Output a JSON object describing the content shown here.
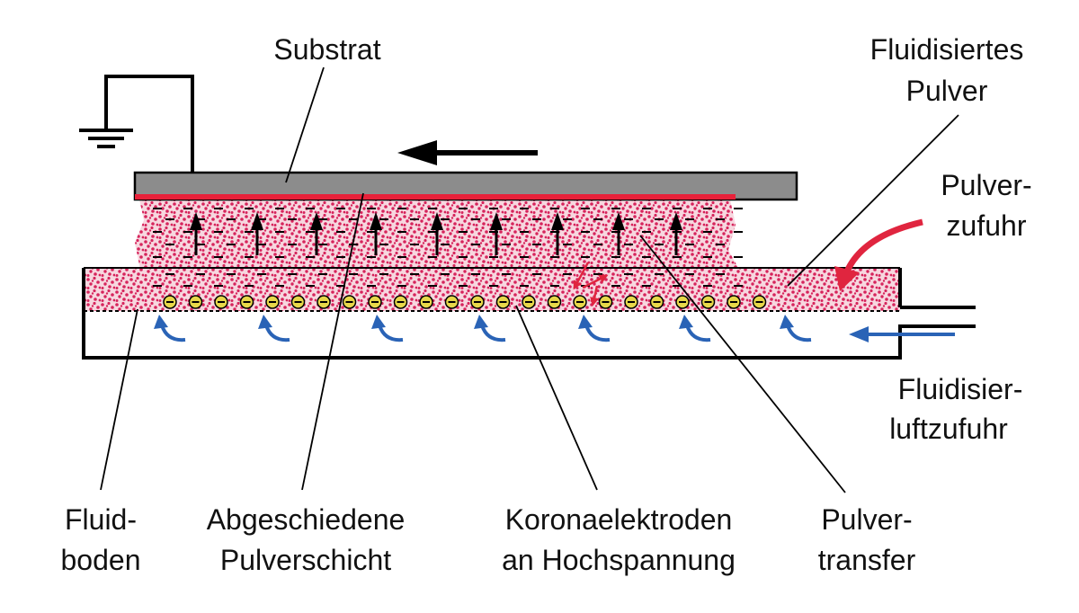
{
  "labels": {
    "substrat": "Substrat",
    "fluidisiertes_line1": "Fluidisiertes",
    "fluidisiertes_line2": "Pulver",
    "pulverzufuhr_line1": "Pulver-",
    "pulverzufuhr_line2": "zufuhr",
    "fluidisierluft_line1": "Fluidisier-",
    "fluidisierluft_line2": "luftzufuhr",
    "fluidboden_line1": "Fluid-",
    "fluidboden_line2": "boden",
    "abgeschiedene_line1": "Abgeschiedene",
    "abgeschiedene_line2": "Pulverschicht",
    "korona_line1": "Koronaelektroden",
    "korona_line2": "an Hochspannung",
    "pulvertransfer_line1": "Pulver-",
    "pulvertransfer_line2": "transfer"
  },
  "colors": {
    "powder": "#d6245c",
    "powder_bg": "#f7d7df",
    "substrate": "#8c8c8c",
    "deposited_layer": "#e8213a",
    "electrode": "#e7d84a",
    "air_arrow": "#2a63b6",
    "feed_arrow": "#e0253f",
    "line": "#000000"
  },
  "icons": [
    "ground-symbol",
    "motion-arrow-left",
    "field-arrow-up",
    "air-flow-arrow",
    "powder-feed-arrow",
    "corona-electrode"
  ]
}
